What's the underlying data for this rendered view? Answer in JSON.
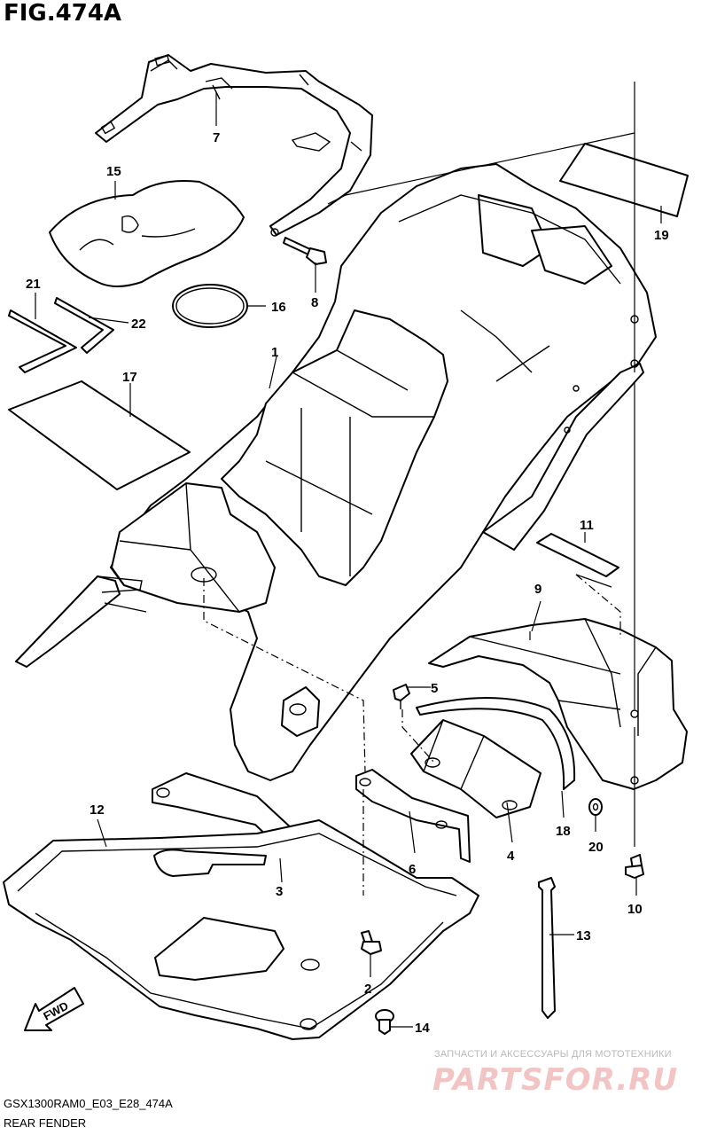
{
  "figure": {
    "title": "FIG.474A",
    "model_code": "GSX1300RAM0_E03_E28_474A",
    "section_name": "REAR FENDER"
  },
  "callouts": [
    "1",
    "2",
    "3",
    "4",
    "5",
    "6",
    "7",
    "8",
    "9",
    "10",
    "11",
    "12",
    "13",
    "14",
    "15",
    "16",
    "17",
    "18",
    "19",
    "20",
    "21",
    "22"
  ],
  "fwd_label": "FWD",
  "watermark": {
    "subtitle": "ЗАПЧАСТИ И АКСЕССУАРЫ ДЛЯ МОТОТЕХНИКИ",
    "logo": "PARTSFOR.RU"
  }
}
